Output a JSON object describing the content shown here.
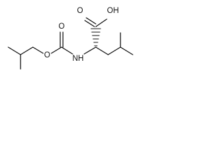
{
  "structure": {
    "atoms": {
      "ester_oxygen": "O",
      "carbonyl_oxygen": "O",
      "amide_nitrogen": "NH",
      "acid_group": "OH",
      "acid_carbonyl_oxygen": "O"
    }
  }
}
